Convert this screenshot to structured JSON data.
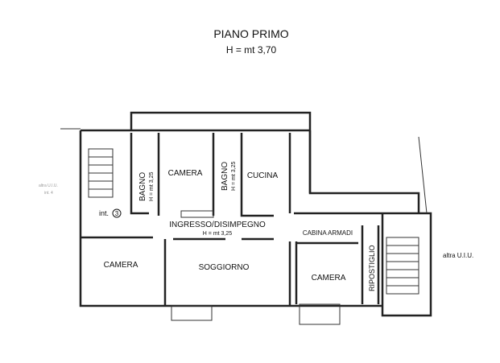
{
  "title": "PIANO PRIMO",
  "subtitle": "H = mt 3,70",
  "rooms": {
    "bagno_1": "BAGNO",
    "bagno_1_h": "H = mt 3,25",
    "camera_top": "CAMERA",
    "bagno_2": "BAGNO",
    "bagno_2_h": "H = mt 3,25",
    "cucina": "CUCINA",
    "ingresso": "INGRESSO/DISIMPEGNO",
    "ingresso_h": "H = mt 3,25",
    "camera_left": "CAMERA",
    "soggiorno": "SOGGIORNO",
    "cabina": "CABINA ARMADI",
    "camera_right": "CAMERA",
    "ripostiglio": "RIPOSTIGLIO"
  },
  "labels": {
    "int": "int.",
    "int_num": "3",
    "altra_right": "altra U.I.U.",
    "altra_left": "altra U.I.U.",
    "int_left": "int. 4"
  }
}
